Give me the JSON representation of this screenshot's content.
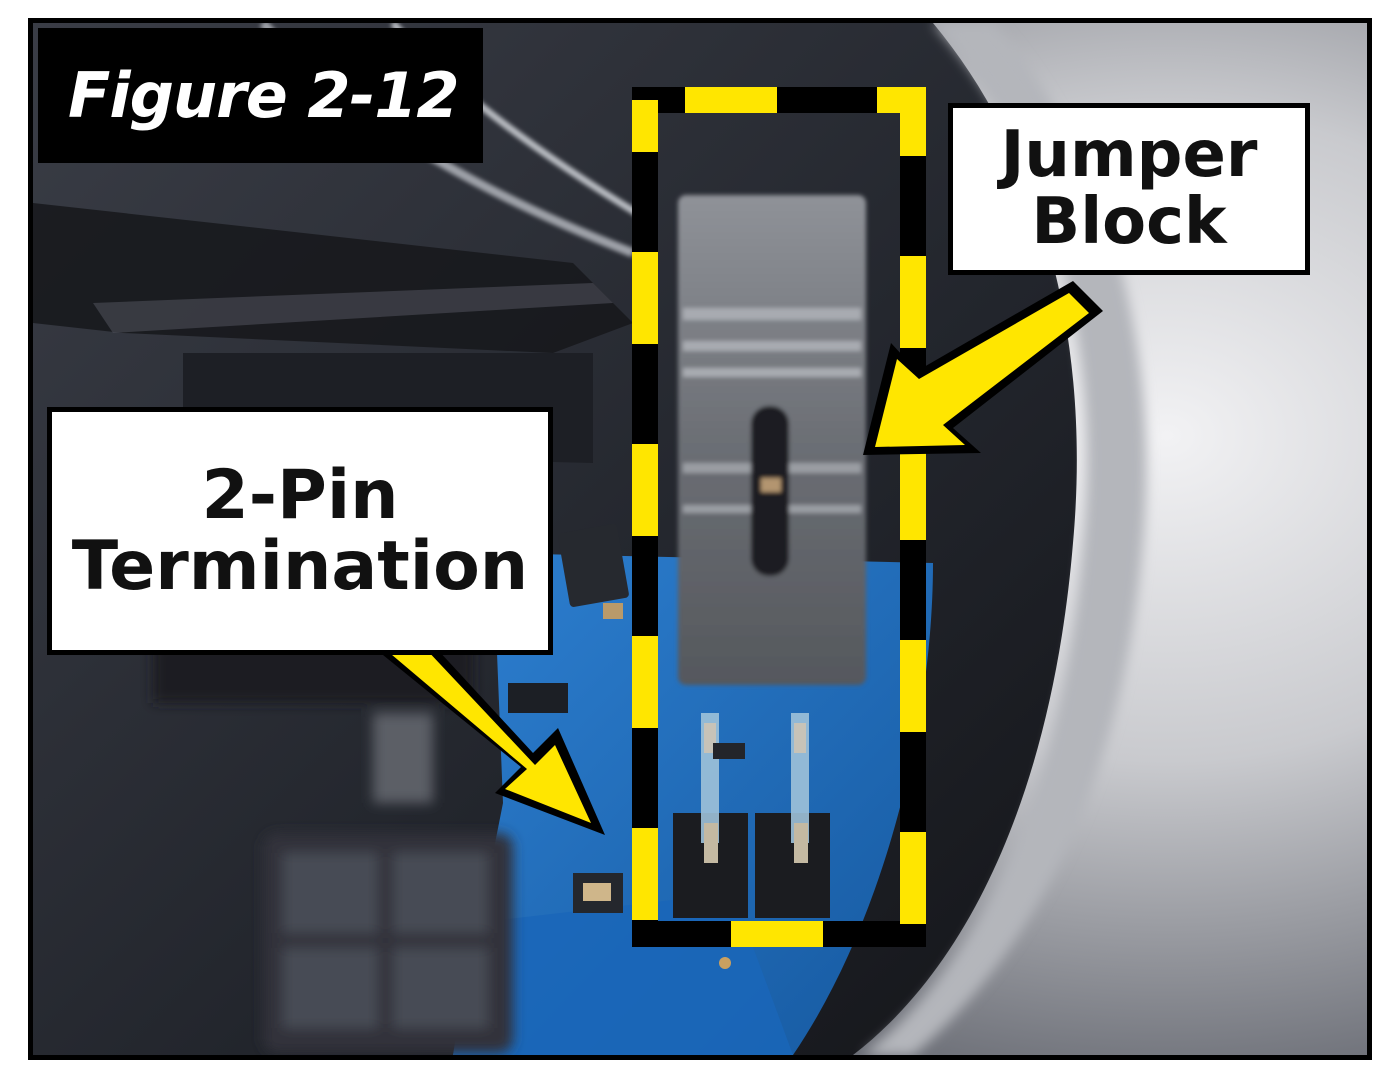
{
  "figure": {
    "title": "Figure 2-12"
  },
  "callouts": {
    "jumper_block": {
      "line1": "Jumper",
      "line2": "Block"
    },
    "two_pin_termination": {
      "line1": "2-Pin",
      "line2": "Termination"
    }
  },
  "colors": {
    "highlight_yellow": "#ffe600",
    "frame_black": "#000000",
    "board_blue": "#1f6fc0"
  }
}
